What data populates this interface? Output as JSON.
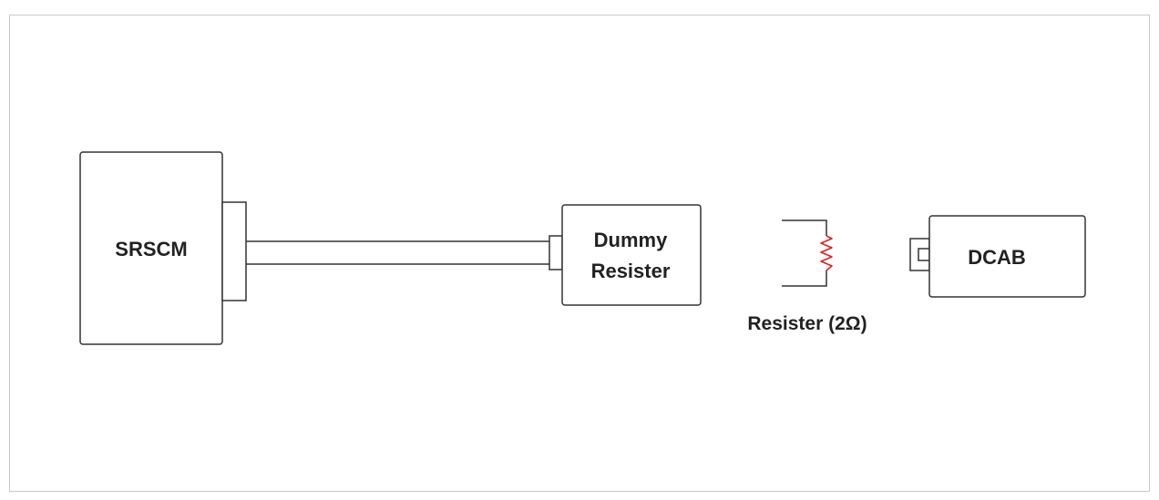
{
  "diagram": {
    "srscm_label": "SRSCM",
    "dummy_label_line1": "Dummy",
    "dummy_label_line2": "Resister",
    "resistor_caption": "Resister (2Ω)",
    "dcab_label": "DCAB"
  },
  "colors": {
    "frame_border": "#c8c8c8",
    "line": "#333333",
    "resistor_zigzag": "#e02020",
    "text": "#222222"
  }
}
